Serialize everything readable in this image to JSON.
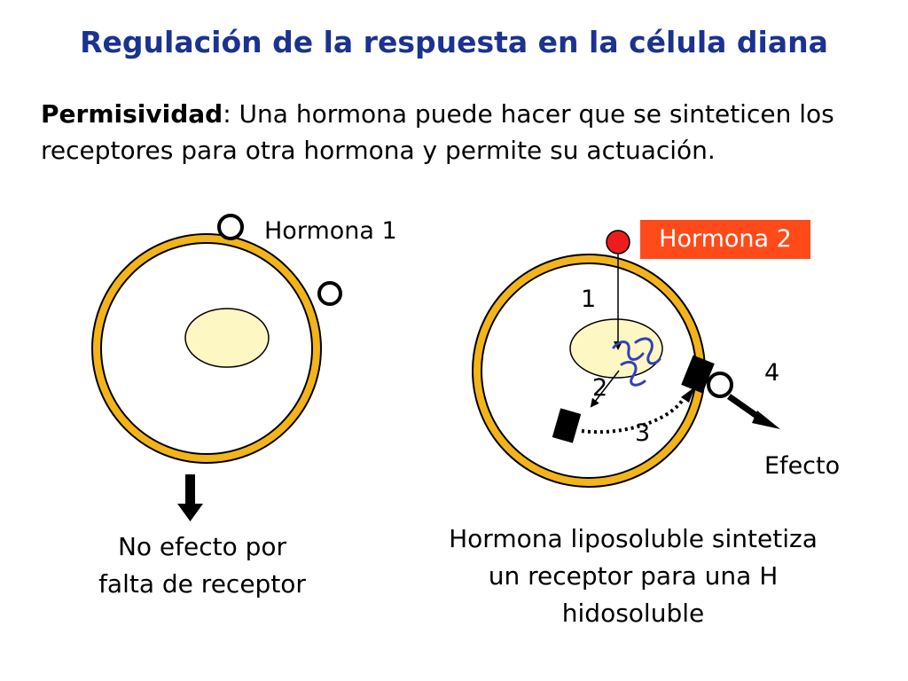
{
  "title": "Regulación de la respuesta en la célula diana",
  "intro": {
    "term": "Permisividad",
    "text": ": Una hormona puede hacer que se sinteticen los receptores para otra hormona y permite su actuación."
  },
  "left_cell": {
    "hormone_label": "Hormona 1",
    "caption_line1": "No efecto por",
    "caption_line2": "falta de receptor"
  },
  "right_cell": {
    "hormone_label": "Hormona 2",
    "steps": [
      "1",
      "2",
      "3",
      "4"
    ],
    "effect_label": "Efecto",
    "caption_line1": "Hormona liposoluble sintetiza",
    "caption_line2": "un receptor para una H",
    "caption_line3": "hidosoluble"
  },
  "colors": {
    "title": "#1b3290",
    "membrane": "#f2b418",
    "nucleus": "#fdf7c3",
    "hormone2": "#ee1c1c",
    "hormone2_label_bg": "#ff4a1a",
    "dna": "#3340b8"
  }
}
